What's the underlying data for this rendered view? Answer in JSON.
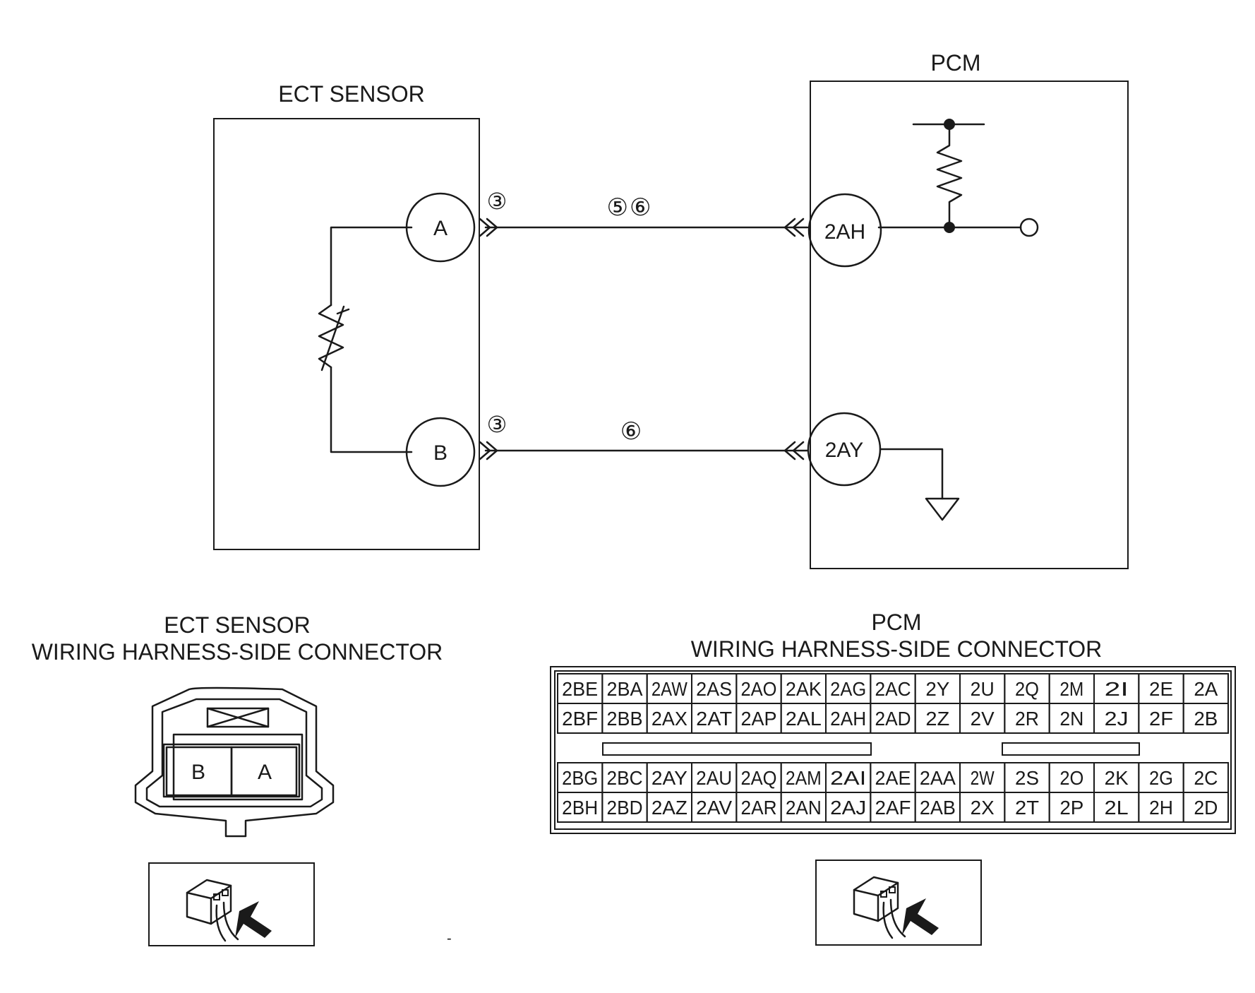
{
  "ect": {
    "title": "ECT SENSOR",
    "pin_a": "A",
    "pin_b": "B",
    "ref_a": "③",
    "ref_b": "③"
  },
  "pcm": {
    "title": "PCM",
    "pin_ah": "2AH",
    "pin_ay": "2AY"
  },
  "wires": {
    "top_refs": "⑤⑥",
    "bottom_refs": "⑥"
  },
  "ect_connector": {
    "title_line1": "ECT SENSOR",
    "title_line2": "WIRING HARNESS-SIDE CONNECTOR",
    "cell_b": "B",
    "cell_a": "A"
  },
  "pcm_connector": {
    "title_line1": "PCM",
    "title_line2": "WIRING HARNESS-SIDE CONNECTOR",
    "upper_rows": [
      [
        "2BE",
        "2BA",
        "2AW",
        "2AS",
        "2AO",
        "2AK",
        "2AG",
        "2AC",
        "2Y",
        "2U",
        "2Q",
        "2M",
        "2I",
        "2E",
        "2A"
      ],
      [
        "2BF",
        "2BB",
        "2AX",
        "2AT",
        "2AP",
        "2AL",
        "2AH",
        "2AD",
        "2Z",
        "2V",
        "2R",
        "2N",
        "2J",
        "2F",
        "2B"
      ]
    ],
    "lower_rows": [
      [
        "2BG",
        "2BC",
        "2AY",
        "2AU",
        "2AQ",
        "2AM",
        "2AI",
        "2AE",
        "2AA",
        "2W",
        "2S",
        "2O",
        "2K",
        "2G",
        "2C"
      ],
      [
        "2BH",
        "2BD",
        "2AZ",
        "2AV",
        "2AR",
        "2AN",
        "2AJ",
        "2AF",
        "2AB",
        "2X",
        "2T",
        "2P",
        "2L",
        "2H",
        "2D"
      ]
    ]
  },
  "icons": {
    "ect_view": "harness-side-view-icon",
    "pcm_view": "harness-side-view-icon"
  }
}
